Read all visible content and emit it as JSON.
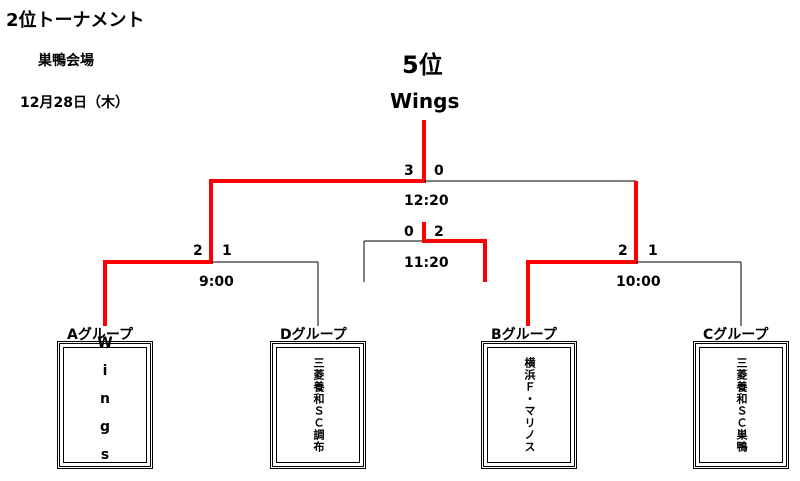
{
  "header": {
    "title": "2位トーナメント",
    "venue": "巣鴨会場",
    "date": "12月28日（木）",
    "place": "5位",
    "winner": "Wings"
  },
  "matches": {
    "final": {
      "score_left": "3",
      "score_right": "0",
      "time": "12:20"
    },
    "semifinal_left": {
      "score_left": "2",
      "score_right": "1",
      "time": "9:00"
    },
    "semifinal_right": {
      "score_left": "2",
      "score_right": "1",
      "time": "10:00"
    },
    "extra": {
      "score_left": "0",
      "score_right": "2",
      "time": "11:20"
    }
  },
  "teams": [
    {
      "group": "Aグループ",
      "name": "Wings"
    },
    {
      "group": "Dグループ",
      "name": "三菱養和ＳＣ調布"
    },
    {
      "group": "Bグループ",
      "name": "横浜Ｆ・マリノス"
    },
    {
      "group": "Cグループ",
      "name": "三菱養和ＳＣ巣鴨"
    }
  ],
  "colors": {
    "winner_line": "#ff0000",
    "line": "#000000"
  }
}
